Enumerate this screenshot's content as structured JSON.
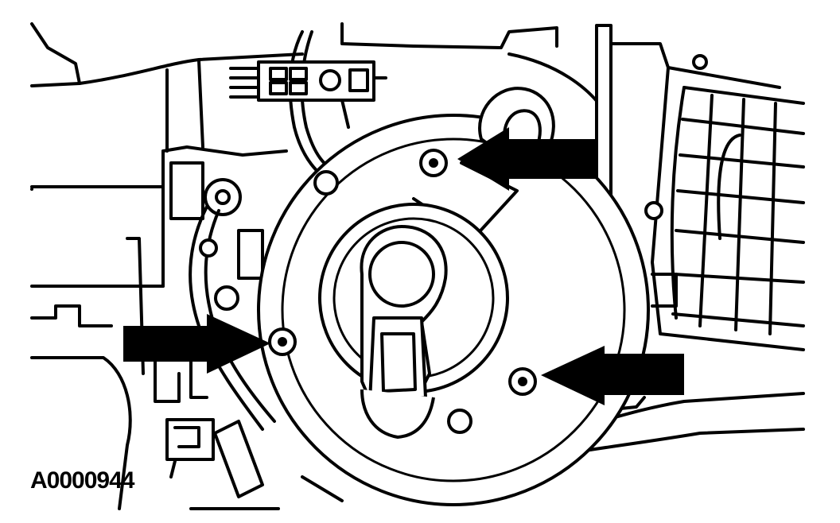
{
  "figure": {
    "id_label": "A0000944"
  },
  "callouts": [
    {
      "name": "upper-mounting-screw-arrow",
      "points_to": "upper-screw"
    },
    {
      "name": "left-mounting-screw-arrow",
      "points_to": "left-screw"
    },
    {
      "name": "lower-right-mounting-screw-arrow",
      "points_to": "lower-right-screw"
    }
  ],
  "colors": {
    "ink": "#000000",
    "paper": "#ffffff"
  }
}
